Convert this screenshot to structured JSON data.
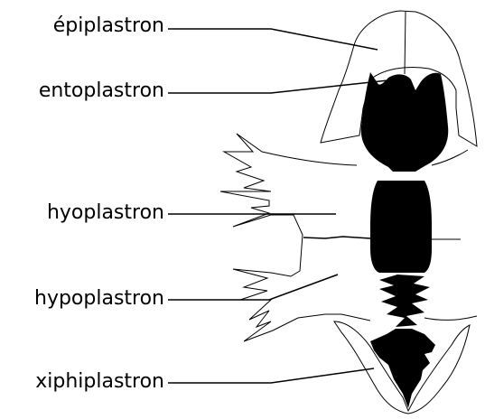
{
  "labels": [
    "épiplastron",
    "entoplastron",
    "hyoplastron",
    "hypoplastron",
    "xiphiplastron"
  ],
  "colors": {
    "bone": "#000000",
    "outline": "#000000",
    "background": "#ffffff"
  }
}
